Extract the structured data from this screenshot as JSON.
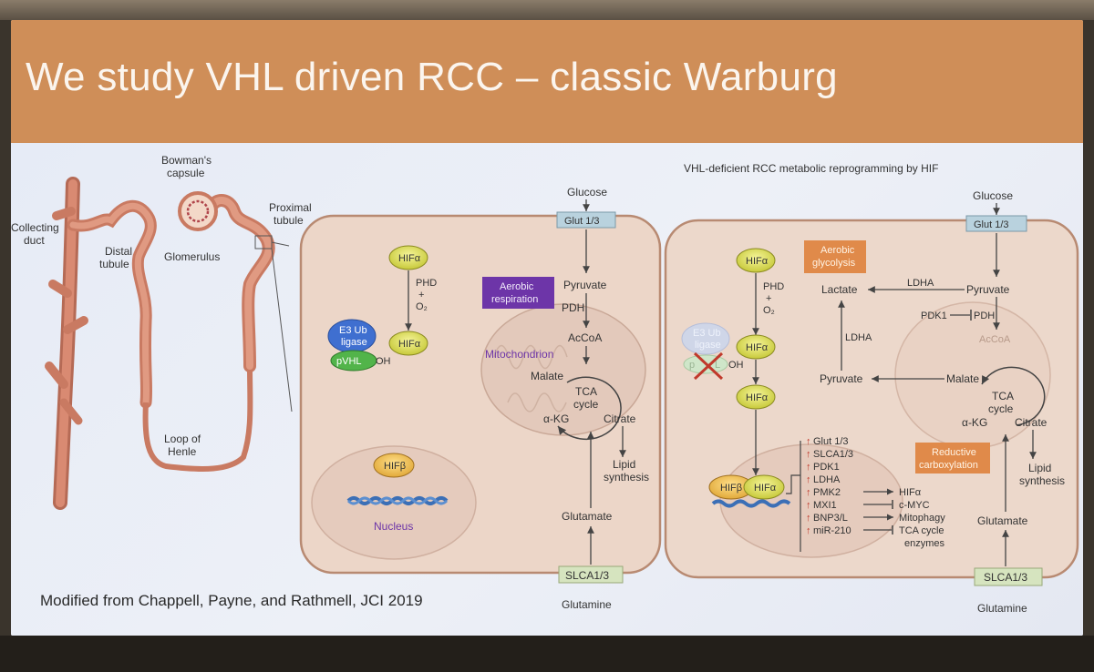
{
  "slide": {
    "title": "We study VHL driven RCC – classic Warburg",
    "credit": "Modified from Chappell, Payne, and Rathmell, JCI 2019"
  },
  "kidney": {
    "bowmans": "Bowman's",
    "capsule": "capsule",
    "collecting_1": "Collecting",
    "collecting_2": "duct",
    "distal_1": "Distal",
    "distal_2": "tubule",
    "glomerulus": "Glomerulus",
    "proximal_1": "Proximal",
    "proximal_2": "tubule",
    "loop_1": "Loop of",
    "loop_2": "Henle"
  },
  "normal_cell": {
    "glucose": "Glucose",
    "glut": "Glut 1/3",
    "hif_a": "HIFα",
    "phd": "PHD",
    "plus": "+",
    "o2": "O₂",
    "e3_1": "E3 Ub",
    "e3_2": "ligase",
    "pvhl": "pVHL",
    "oh": "OH",
    "hif_a2": "HIFα",
    "aerobic_1": "Aerobic",
    "aerobic_2": "respiration",
    "pyruvate": "Pyruvate",
    "pdh": "PDH",
    "accoa": "AcCoA",
    "mitochondrion": "Mitochondrion",
    "malate": "Malate",
    "tca_1": "TCA",
    "tca_2": "cycle",
    "akg": "α-KG",
    "citrate": "Citrate",
    "lipid_1": "Lipid",
    "lipid_2": "synthesis",
    "hif_b": "HIFβ",
    "nucleus": "Nucleus",
    "glutamate": "Glutamate",
    "slca": "SLCA1/3",
    "glutamine": "Glutamine"
  },
  "rcc_cell": {
    "heading": "VHL-deficient RCC metabolic reprogramming by HIF",
    "glucose": "Glucose",
    "glut": "Glut 1/3",
    "aerobic_g_1": "Aerobic",
    "aerobic_g_2": "glycolysis",
    "hif_a": "HIFα",
    "phd": "PHD",
    "plus": "+",
    "o2": "O₂",
    "e3_1": "E3 Ub",
    "e3_2": "ligase",
    "pvhl_p": "p",
    "pvhl_l": "L",
    "oh": "OH",
    "hif_a2": "HIFα",
    "hif_a3": "HIFα",
    "lactate": "Lactate",
    "ldha_top": "LDHA",
    "pyruvate_top": "Pyruvate",
    "pdk1": "PDK1",
    "pdh": "PDH",
    "accoa": "AcCoA",
    "ldha_side": "LDHA",
    "pyruvate_low": "Pyruvate",
    "malate": "Malate",
    "tca_1": "TCA",
    "tca_2": "cycle",
    "akg": "α-KG",
    "citrate": "Citrate",
    "reductive_1": "Reductive",
    "reductive_2": "carboxylation",
    "lipid_1": "Lipid",
    "lipid_2": "synthesis",
    "hif_b": "HIFβ",
    "hif_a4": "HIFα",
    "glutamate": "Glutamate",
    "slca": "SLCA1/3",
    "glutamine": "Glutamine",
    "targets": [
      "Glut 1/3",
      "SLCA1/3",
      "PDK1",
      "LDHA",
      "PMK2",
      "MXI1",
      "BNP3/L",
      "miR-210"
    ],
    "effects": [
      "HIFα",
      "c-MYC",
      "Mitophagy",
      "TCA cycle",
      "enzymes"
    ]
  }
}
